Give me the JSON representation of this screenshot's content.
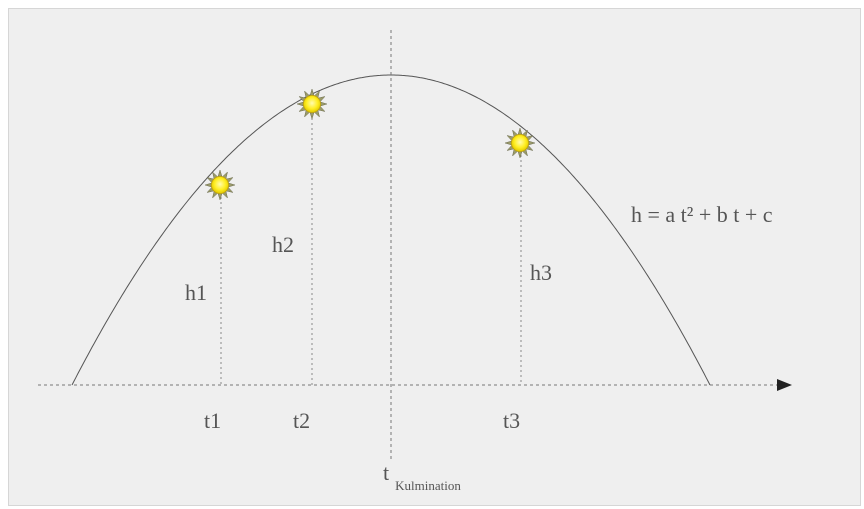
{
  "diagram": {
    "equation": "h = a t² + b t + c",
    "heights": [
      "h1",
      "h2",
      "h3"
    ],
    "times": [
      "t1",
      "t2",
      "t3"
    ],
    "culmination": {
      "symbol": "t",
      "subscript": "Kulmination"
    },
    "sun_icon": "sun-icon",
    "colors": {
      "background": "#efefef",
      "line": "#555555",
      "sun_fill": "#ffee22",
      "sun_rays": "#9a9a6a"
    }
  }
}
